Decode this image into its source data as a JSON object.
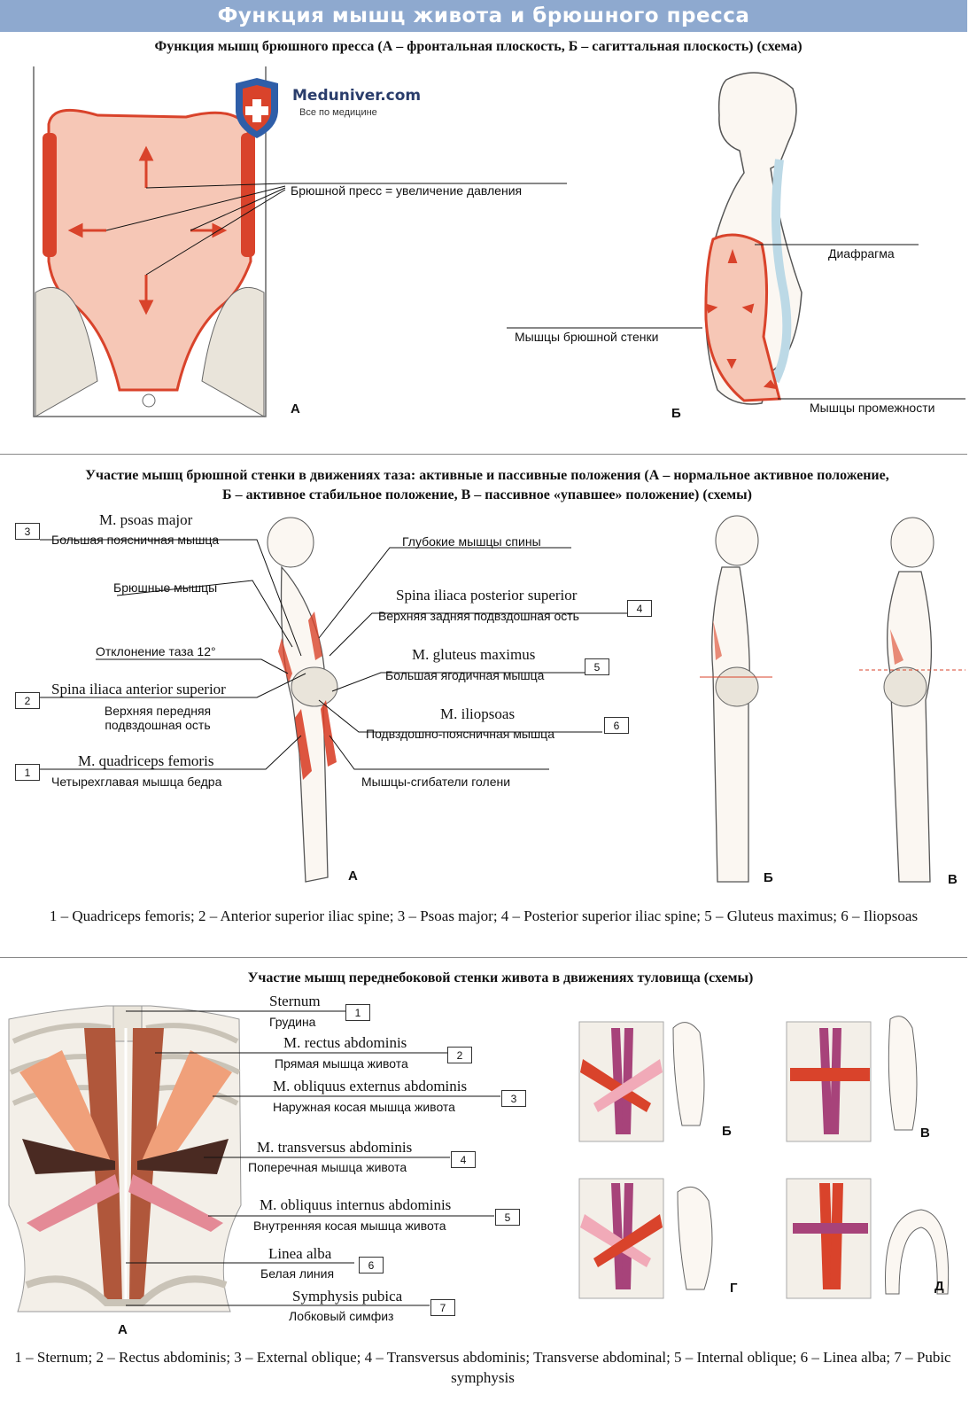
{
  "banner": {
    "title": "Функция мышц живота и брюшного пресса",
    "color": "#8ea9cf"
  },
  "logo": {
    "name": "Meduniver.com",
    "tagline": "Все по медицине"
  },
  "section1": {
    "heading": "Функция мышц брюшного пресса (А – фронтальная плоскость, Б – сагиттальная плоскость) (схема)",
    "labels": {
      "press": "Брюшной пресс = увеличение давления",
      "diaphragm": "Диафрагма",
      "abdominal_wall": "Мышцы брюшной стенки",
      "perineum": "Мышцы промежности"
    },
    "panels": {
      "a": "А",
      "b": "Б"
    }
  },
  "section2": {
    "heading_line1": "Участие мышц брюшной стенки в движениях таза: активные и пассивные положения (А – нормальное активное положение,",
    "heading_line2": "Б – активное стабильное положение, В – пассивное «упавшее» положение) (схемы)",
    "items": [
      {
        "num": "3",
        "latin": "M. psoas major",
        "ru": "Большая поясничная мышца"
      },
      {
        "num": "2",
        "latin": "Spina iliaca anterior superior",
        "ru": "Верхняя передняя подвздошная ость"
      },
      {
        "num": "1",
        "latin": "M. quadriceps femoris",
        "ru": "Четырехглавая мышца бедра"
      },
      {
        "num": "4",
        "latin": "Spina iliaca posterior superior",
        "ru": "Верхняя задняя подвздошная ость"
      },
      {
        "num": "5",
        "latin": "M. gluteus maximus",
        "ru": "Большая ягодичная мышца"
      },
      {
        "num": "6",
        "latin": "M. iliopsoas",
        "ru": "Подвздошно-поясничная мышца"
      }
    ],
    "other_labels": {
      "abdominal": "Брюшные мышцы",
      "tilt": "Отклонение таза 12°",
      "deep_back": "Глубокие мышцы спины",
      "flexors": "Мышцы-сгибатели голени"
    },
    "panels": {
      "a": "А",
      "b": "Б",
      "c": "В"
    },
    "caption": "1 – Quadriceps femoris; 2 – Anterior superior iliac spine; 3 – Psoas major; 4 – Posterior superior iliac spine; 5 – Gluteus maximus; 6 – Iliopsoas"
  },
  "section3": {
    "heading": "Участие мышц переднебоковой стенки живота в движениях туловища (схемы)",
    "items": [
      {
        "num": "1",
        "latin": "Sternum",
        "ru": "Грудина"
      },
      {
        "num": "2",
        "latin": "M. rectus abdominis",
        "ru": "Прямая мышца живота"
      },
      {
        "num": "3",
        "latin": "M. obliquus externus abdominis",
        "ru": "Наружная косая мышца живота"
      },
      {
        "num": "4",
        "latin": "M. transversus abdominis",
        "ru": "Поперечная мышца живота"
      },
      {
        "num": "5",
        "latin": "M. obliquus internus abdominis",
        "ru": "Внутренняя косая мышца живота"
      },
      {
        "num": "6",
        "latin": "Linea alba",
        "ru": "Белая линия"
      },
      {
        "num": "7",
        "latin": "Symphysis pubica",
        "ru": "Лобковый симфиз"
      }
    ],
    "panels": {
      "a": "А",
      "b": "Б",
      "c": "В",
      "d": "Г",
      "e": "Д"
    },
    "caption": "1 – Sternum; 2 – Rectus abdominis; 3 – External oblique; 4 – Transversus abdominis; Transverse abdominal; 5 – Internal oblique; 6 – Linea alba; 7 – Pubic symphysis"
  },
  "colors": {
    "muscle": "#d9432b",
    "cavity": "#f6c7b6",
    "bone": "#e9e4da",
    "leader": "#111111"
  }
}
